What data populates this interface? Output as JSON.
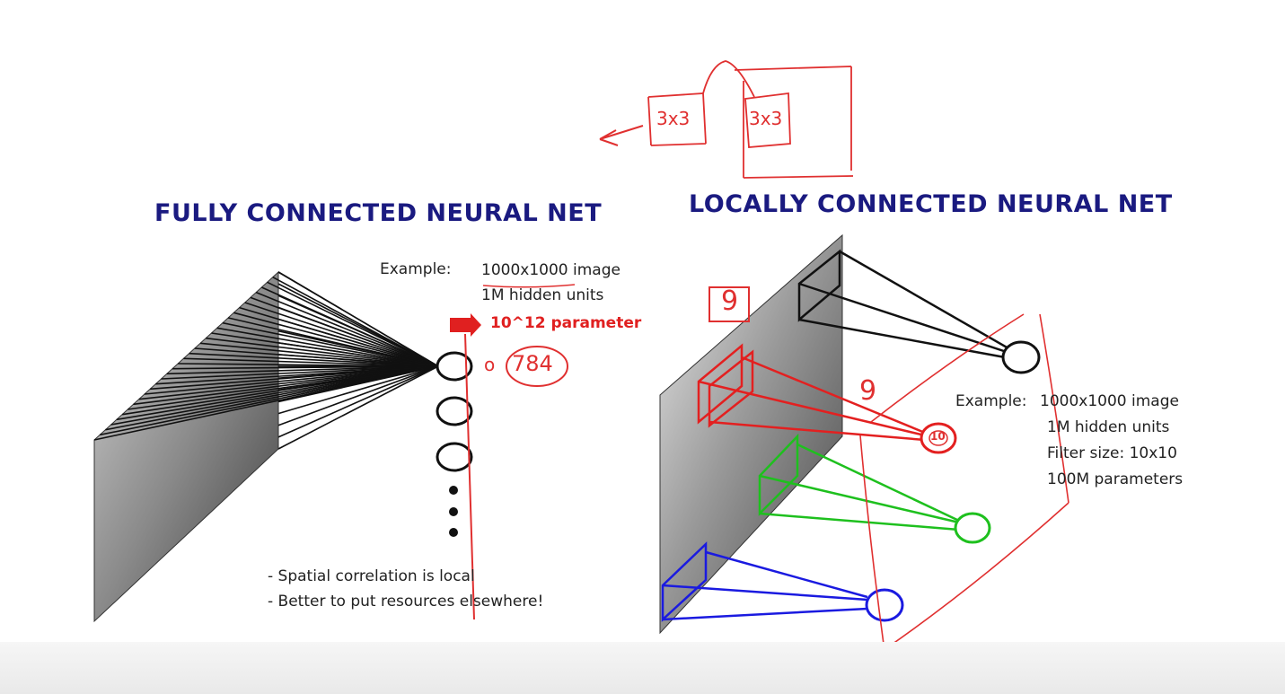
{
  "left_panel": {
    "title": "FULLY CONNECTED NEURAL NET",
    "example_label": "Example:",
    "example_lines": [
      "1000x1000 image",
      "1M hidden units"
    ],
    "highlight": "10^12 parameter",
    "bullets": [
      "- Spatial correlation is local",
      "- Better to put resources elsewhere!"
    ]
  },
  "right_panel": {
    "title": "LOCALLY CONNECTED NEURAL NET",
    "example_label": "Example:",
    "example_lines": [
      "1000x1000 image",
      "1M hidden units",
      "Filter size: 10x10",
      "100M parameters"
    ]
  },
  "annotations": {
    "kernel_left": "3x3",
    "kernel_right": "3x3",
    "handwritten_784": "784",
    "handwritten_o": "o",
    "handwritten_9_box": "9",
    "handwritten_9": "9",
    "handwritten_10": "10"
  },
  "colors": {
    "title": "#1a1a80",
    "annotation_red": "#e03030",
    "filter_red": "#e32020",
    "filter_green": "#1ec01e",
    "filter_blue": "#1a1ae0",
    "filter_black": "#111111"
  }
}
